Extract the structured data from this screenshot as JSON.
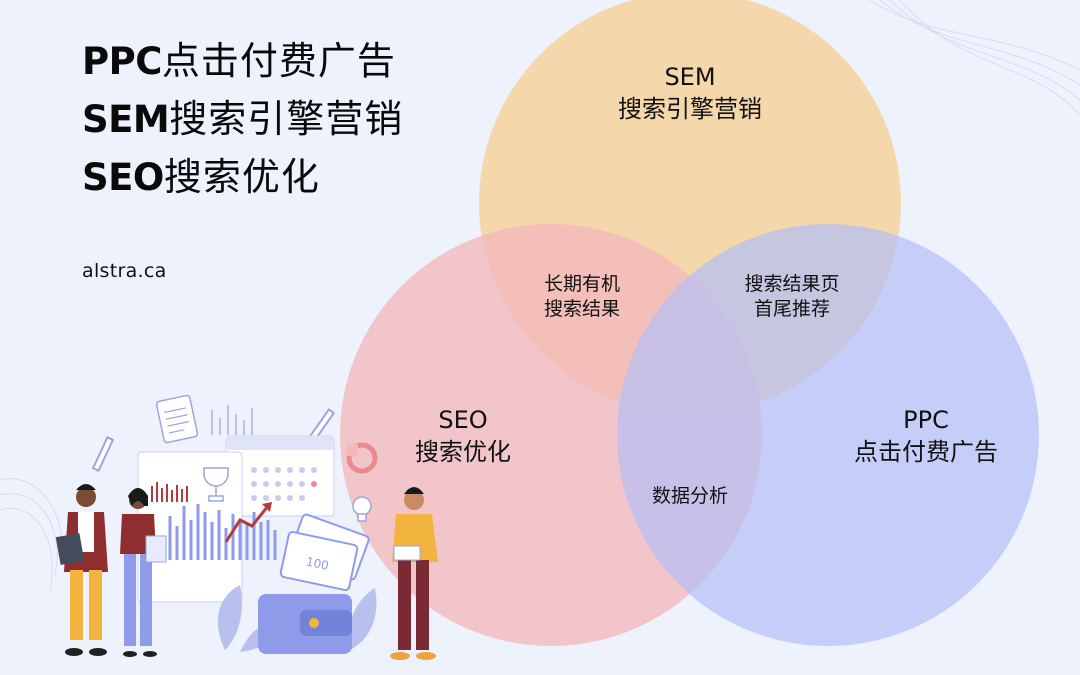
{
  "heading": {
    "lines": [
      {
        "abbr": "PPC",
        "cn": "点击付费广告"
      },
      {
        "abbr": "SEM",
        "cn": "搜索引擎营销"
      },
      {
        "abbr": "SEO",
        "cn": "搜索优化"
      }
    ]
  },
  "site": "alstra.ca",
  "venn": {
    "sem": {
      "line1": "SEM",
      "line2": "搜索引擎营销",
      "color": "#f5d29c"
    },
    "seo": {
      "line1": "SEO",
      "line2": "搜索优化",
      "color": "#f4b9bb"
    },
    "ppc": {
      "line1": "PPC",
      "line2": "点击付费广告",
      "color": "#b5bff5"
    },
    "sem_seo": {
      "line1": "长期有机",
      "line2": "搜索结果"
    },
    "sem_ppc": {
      "line1": "搜索结果页",
      "line2": "首尾推荐"
    },
    "seo_ppc": {
      "line1": "数据分析"
    }
  },
  "illustration": {
    "money_text": "100",
    "colors": {
      "chart_bars": "#8e9be9",
      "wallet": "#8d9be8",
      "person_yellow": "#f3b33f"
    }
  }
}
